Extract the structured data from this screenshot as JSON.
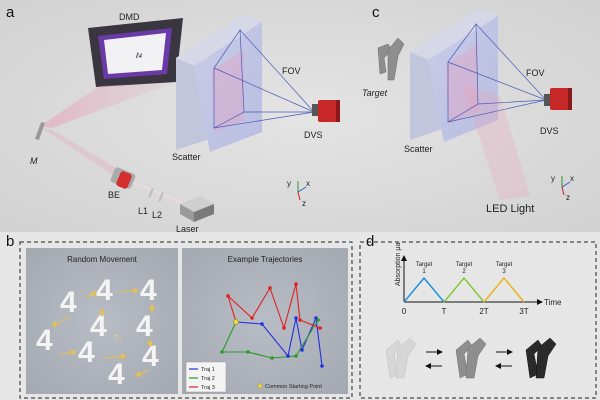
{
  "panels": {
    "a": {
      "letter": "a",
      "labels": {
        "dmd": "DMD",
        "fov": "FOV",
        "dvs": "DVS",
        "scatter": "Scatter",
        "mirror": "M",
        "be": "BE",
        "l1": "L1",
        "l2": "L2",
        "laser": "Laser"
      },
      "axes": {
        "y": "y",
        "x": "x",
        "z": "z"
      }
    },
    "b": {
      "letter": "b",
      "left_title": "Random Movement",
      "t0": "T₀",
      "right_title": "Example Trajectories",
      "legend": [
        "Traj 1",
        "Traj 2",
        "Traj 3"
      ],
      "start_point_label": "Common Starting Point",
      "colors": {
        "traj1": "#2230e0",
        "traj2": "#2a9a2a",
        "traj3": "#e02020",
        "start": "#e8d84a",
        "arrow": "#e8c24a"
      }
    },
    "c": {
      "letter": "c",
      "labels": {
        "target": "Target",
        "fov": "FOV",
        "dvs": "DVS",
        "scatter": "Scatter",
        "led": "LED Light"
      },
      "axes": {
        "y": "y",
        "x": "x",
        "z": "z"
      }
    },
    "d": {
      "letter": "d",
      "ylabel": "Absorption μa",
      "xlabel": "Time",
      "ticks": [
        "0",
        "T",
        "2T",
        "3T"
      ],
      "targets": [
        "Target\n1",
        "Target\n2",
        "Target\n3"
      ],
      "target_titles": [
        "Target",
        "Target",
        "Target"
      ],
      "target_nums": [
        "1",
        "2",
        "3"
      ],
      "colors": [
        "#1e90e0",
        "#8ac43a",
        "#f0b020"
      ]
    }
  }
}
